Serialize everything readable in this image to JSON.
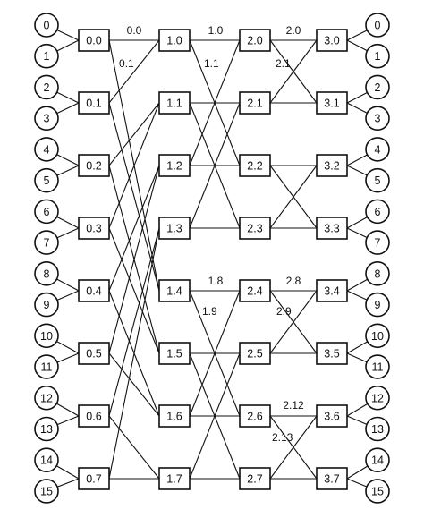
{
  "network": {
    "left_ports": [
      "0",
      "1",
      "2",
      "3",
      "4",
      "5",
      "6",
      "7",
      "8",
      "9",
      "10",
      "11",
      "12",
      "13",
      "14",
      "15"
    ],
    "right_ports": [
      "0",
      "1",
      "2",
      "3",
      "4",
      "5",
      "6",
      "7",
      "8",
      "9",
      "10",
      "11",
      "12",
      "13",
      "14",
      "15"
    ],
    "stages": [
      [
        "0.0",
        "0.1",
        "0.2",
        "0.3",
        "0.4",
        "0.5",
        "0.6",
        "0.7"
      ],
      [
        "1.0",
        "1.1",
        "1.2",
        "1.3",
        "1.4",
        "1.5",
        "1.6",
        "1.7"
      ],
      [
        "2.0",
        "2.1",
        "2.2",
        "2.3",
        "2.4",
        "2.5",
        "2.6",
        "2.7"
      ],
      [
        "3.0",
        "3.1",
        "3.2",
        "3.3",
        "3.4",
        "3.5",
        "3.6",
        "3.7"
      ]
    ],
    "connections": [
      {
        "from": "0.0",
        "to": [
          "1.0",
          "1.4"
        ]
      },
      {
        "from": "0.1",
        "to": [
          "1.0",
          "1.4"
        ]
      },
      {
        "from": "0.2",
        "to": [
          "1.1",
          "1.5"
        ]
      },
      {
        "from": "0.3",
        "to": [
          "1.1",
          "1.5"
        ]
      },
      {
        "from": "0.4",
        "to": [
          "1.2",
          "1.6"
        ]
      },
      {
        "from": "0.5",
        "to": [
          "1.2",
          "1.6"
        ]
      },
      {
        "from": "0.6",
        "to": [
          "1.3",
          "1.7"
        ]
      },
      {
        "from": "0.7",
        "to": [
          "1.3",
          "1.7"
        ]
      },
      {
        "from": "1.0",
        "to": [
          "2.0",
          "2.2"
        ]
      },
      {
        "from": "1.1",
        "to": [
          "2.1",
          "2.3"
        ]
      },
      {
        "from": "1.2",
        "to": [
          "2.0",
          "2.2"
        ]
      },
      {
        "from": "1.3",
        "to": [
          "2.1",
          "2.3"
        ]
      },
      {
        "from": "1.4",
        "to": [
          "2.4",
          "2.6"
        ]
      },
      {
        "from": "1.5",
        "to": [
          "2.5",
          "2.7"
        ]
      },
      {
        "from": "1.6",
        "to": [
          "2.4",
          "2.6"
        ]
      },
      {
        "from": "1.7",
        "to": [
          "2.5",
          "2.7"
        ]
      },
      {
        "from": "2.0",
        "to": [
          "3.0",
          "3.1"
        ]
      },
      {
        "from": "2.1",
        "to": [
          "3.0",
          "3.1"
        ]
      },
      {
        "from": "2.2",
        "to": [
          "3.2",
          "3.3"
        ]
      },
      {
        "from": "2.3",
        "to": [
          "3.2",
          "3.3"
        ]
      },
      {
        "from": "2.4",
        "to": [
          "3.4",
          "3.5"
        ]
      },
      {
        "from": "2.5",
        "to": [
          "3.4",
          "3.5"
        ]
      },
      {
        "from": "2.6",
        "to": [
          "3.6",
          "3.7"
        ]
      },
      {
        "from": "2.7",
        "to": [
          "3.6",
          "3.7"
        ]
      }
    ],
    "edge_labels": [
      "0.0",
      "0.1",
      "1.0",
      "1.1",
      "2.0",
      "2.1",
      "1.8",
      "1.9",
      "2.8",
      "2.9",
      "2.12",
      "2.13"
    ]
  }
}
